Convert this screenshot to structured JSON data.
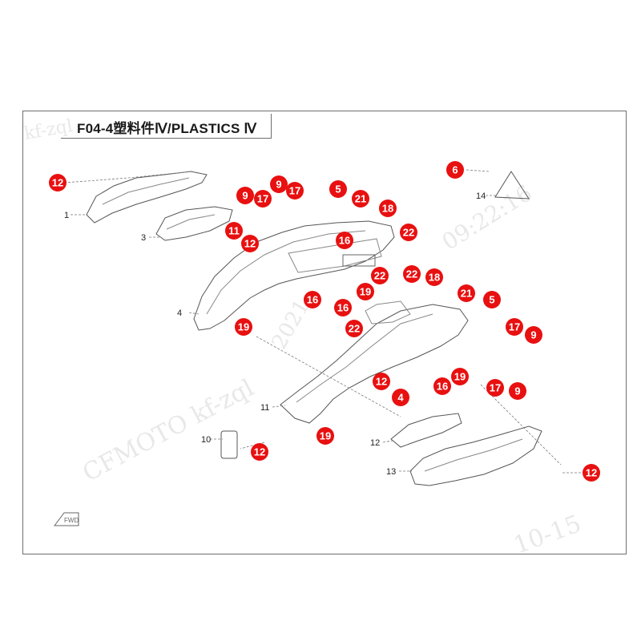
{
  "title": "F04-4塑料件Ⅳ/PLASTICS Ⅳ",
  "fwd_label": "FWD",
  "watermarks": [
    "CFMOTO  kf-zql",
    "2021",
    "09:22:16",
    "10-15",
    "kf-zql"
  ],
  "colors": {
    "callout_fill": "#e81010",
    "callout_text": "#ffffff",
    "line": "#7a7a7a",
    "part_stroke": "#555555"
  },
  "part_numbers": [
    "1",
    "3",
    "4",
    "10",
    "11",
    "12",
    "13",
    "14"
  ],
  "callouts": [
    "12",
    "9",
    "17",
    "9",
    "17",
    "5",
    "21",
    "18",
    "11",
    "12",
    "16",
    "22",
    "6",
    "19",
    "22",
    "22",
    "18",
    "21",
    "16",
    "16",
    "5",
    "17",
    "9",
    "19",
    "22",
    "12",
    "16",
    "4",
    "19",
    "17",
    "9",
    "19",
    "12",
    "12"
  ]
}
